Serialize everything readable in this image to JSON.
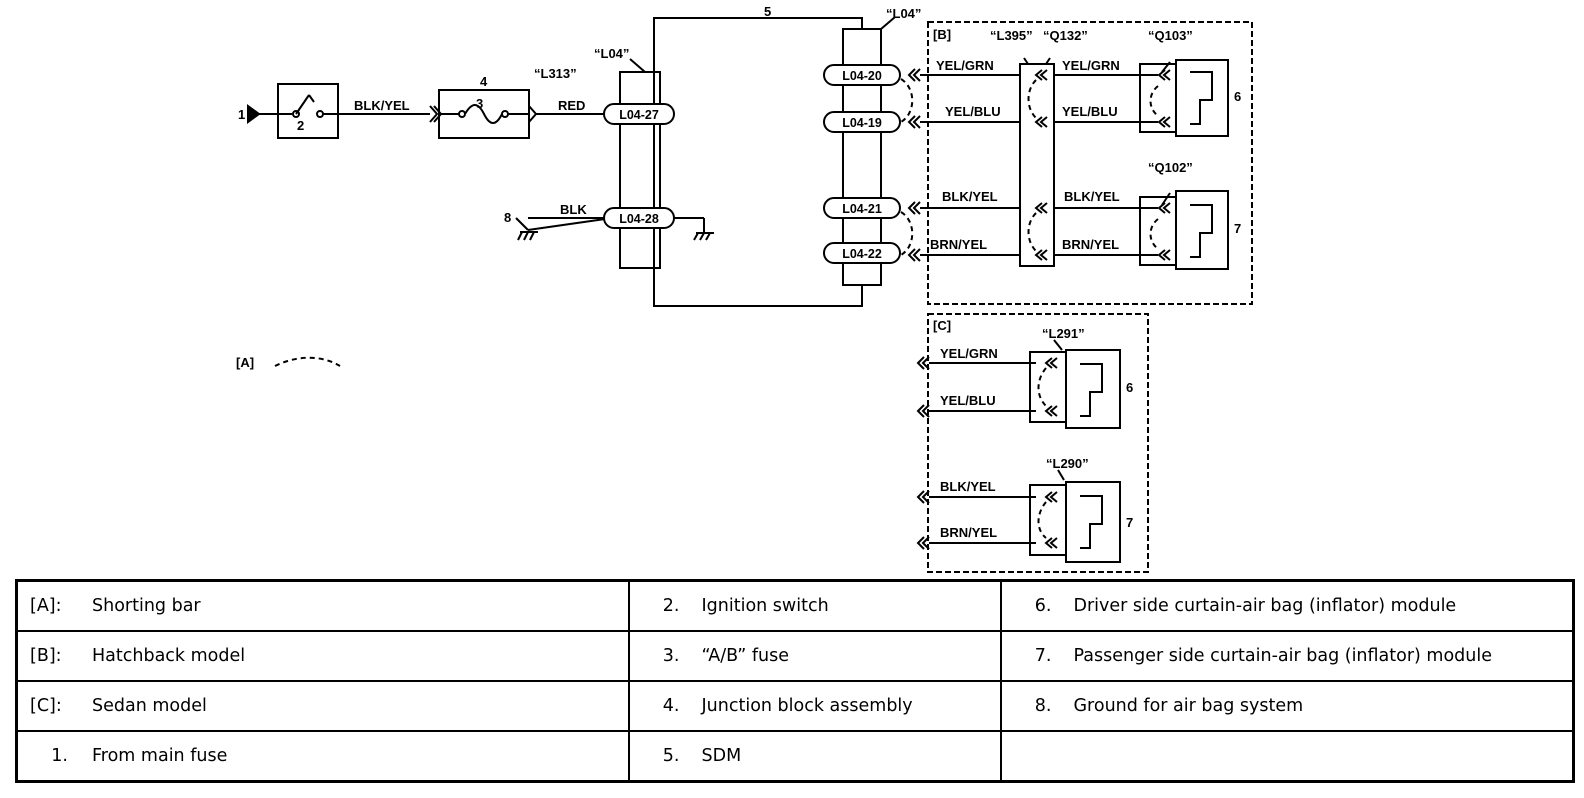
{
  "diagram": {
    "marker_1": "1",
    "marker_2": "2",
    "marker_3": "3",
    "marker_4": "4",
    "marker_5": "5",
    "marker_6": "6",
    "marker_7": "7",
    "marker_8": "8",
    "wire_blk_yel_switch": "BLK/YEL",
    "wire_red": "RED",
    "wire_blk": "BLK",
    "conn_l313": "“L313”",
    "conn_l04_left": "“L04”",
    "conn_l04_right": "“L04”",
    "pins": {
      "l04_27": "L04-27",
      "l04_28": "L04-28",
      "l04_20": "L04-20",
      "l04_19": "L04-19",
      "l04_21": "L04-21",
      "l04_22": "L04-22"
    },
    "box_b": {
      "tag": "[B]",
      "conn_l395": "“L395”",
      "conn_q132": "“Q132”",
      "conn_q103": "“Q103”",
      "conn_q102": "“Q102”",
      "w1a": "YEL/GRN",
      "w1b": "YEL/GRN",
      "w2a": "YEL/BLU",
      "w2b": "YEL/BLU",
      "w3a": "BLK/YEL",
      "w3b": "BLK/YEL",
      "w4a": "BRN/YEL",
      "w4b": "BRN/YEL",
      "num6": "6",
      "num7": "7"
    },
    "box_c": {
      "tag": "[C]",
      "conn_l291": "“L291”",
      "conn_l290": "“L290”",
      "w1": "YEL/GRN",
      "w2": "YEL/BLU",
      "w3": "BLK/YEL",
      "w4": "BRN/YEL",
      "num6": "6",
      "num7": "7"
    },
    "shorting_tag": "[A]"
  },
  "legend": {
    "rows": [
      [
        {
          "key": "[A]:",
          "text": "Shorting bar"
        },
        {
          "key": "2.",
          "text": "Ignition switch"
        },
        {
          "key": "6.",
          "text": "Driver side curtain-air bag (inflator) module"
        }
      ],
      [
        {
          "key": "[B]:",
          "text": "Hatchback model"
        },
        {
          "key": "3.",
          "text": "“A/B” fuse"
        },
        {
          "key": "7.",
          "text": "Passenger side curtain-air bag (inflator) module"
        }
      ],
      [
        {
          "key": "[C]:",
          "text": "Sedan model"
        },
        {
          "key": "4.",
          "text": "Junction block assembly"
        },
        {
          "key": "8.",
          "text": "Ground for air bag system"
        }
      ],
      [
        {
          "key": "1.",
          "text": "From main fuse"
        },
        {
          "key": "5.",
          "text": "SDM"
        },
        {
          "key": "",
          "text": ""
        }
      ]
    ]
  }
}
